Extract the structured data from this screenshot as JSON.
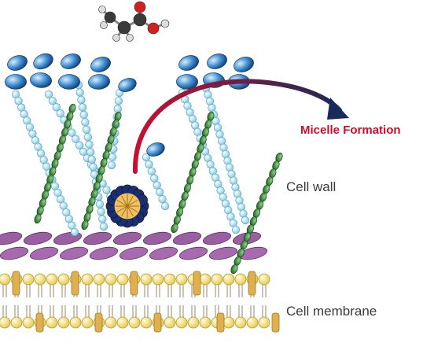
{
  "labels": {
    "micelle": "Micelle Formation",
    "cell_wall": "Cell wall",
    "cell_membrane": "Cell membrane"
  },
  "colors": {
    "label_red": "#c8102e",
    "label_gray": "#3a3a3a",
    "arrow_red": "#c8102e",
    "arrow_navy": "#1a2a5a",
    "bead_light_blue": "#aee0f0",
    "bead_green": "#2e7d32",
    "cap_blue": "#2a73b8",
    "purple_layer": "#9a5fa0",
    "membrane_yellow": "#f2e07a",
    "micelle_navy": "#1c2e6e",
    "micelle_core": "#f0c060"
  },
  "icons": [
    "acetic-acid-molecule-icon",
    "micelle-icon",
    "curved-arrow-icon"
  ]
}
